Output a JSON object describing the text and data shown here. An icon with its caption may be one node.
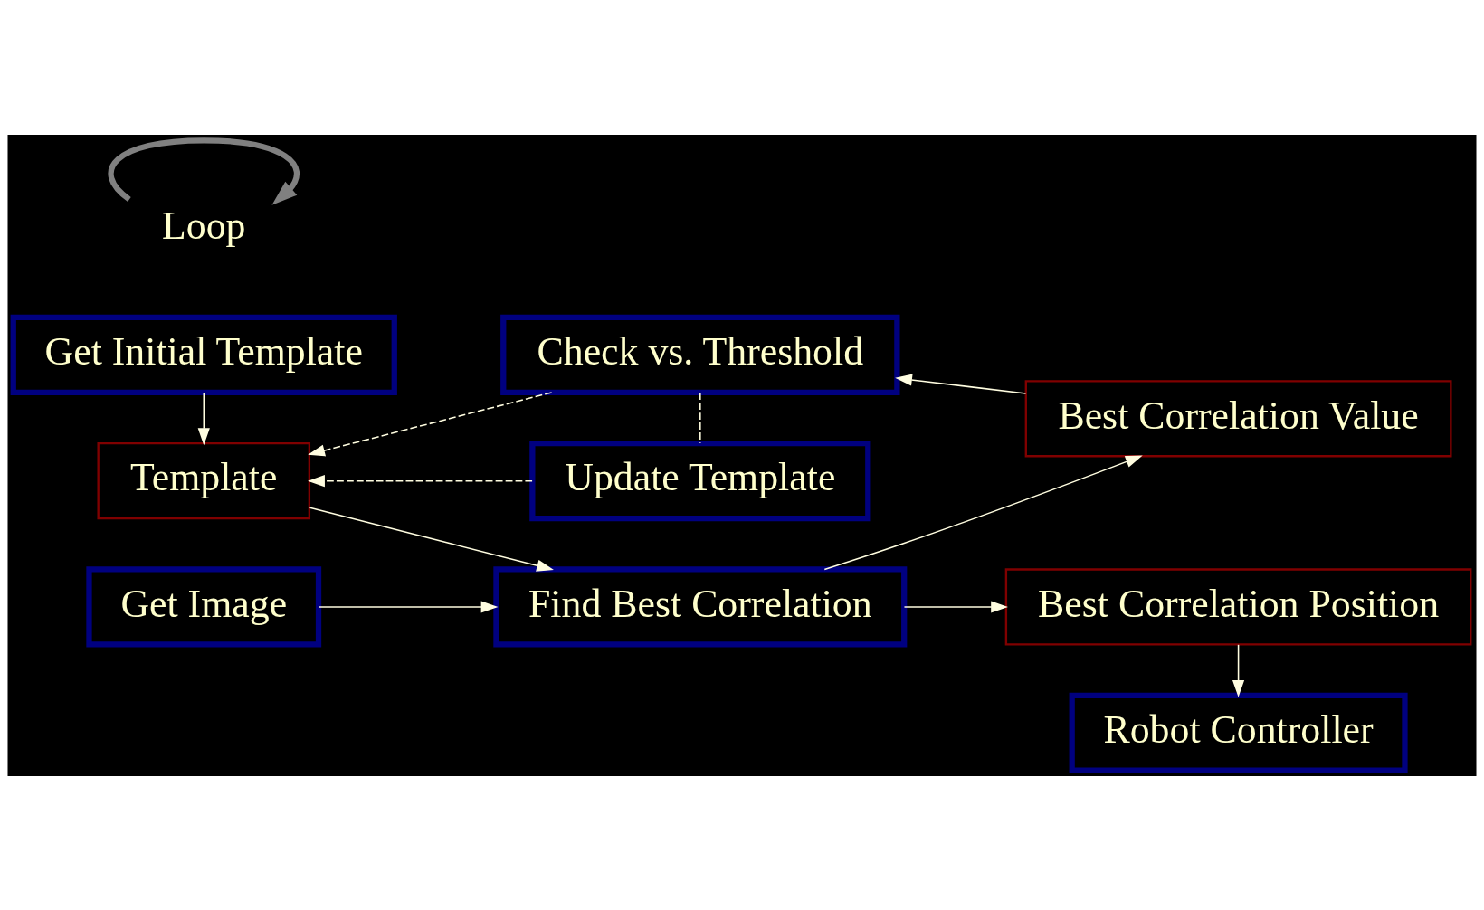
{
  "diagram": {
    "nodes": [
      {
        "text": [
          "Get Initial Template"
        ]
      },
      {
        "text": [
          "Check vs. Threshold"
        ]
      },
      {
        "text": [
          "Best Correlation Value"
        ]
      },
      {
        "text": [
          "Template"
        ]
      },
      {
        "text": [
          "Update Template"
        ]
      },
      {
        "text": [
          "Best Correlation Position"
        ]
      },
      {
        "text": [
          "Find Best Correlation"
        ]
      },
      {
        "text": [
          "Robot Controller"
        ]
      },
      {
        "text": [
          "Get Image"
        ]
      },
      {
        "text": [
          "Loop"
        ]
      }
    ],
    "edges": [
      {
        "from": 0,
        "to": 3,
        "arrow": "to"
      },
      {
        "from": 2,
        "to": 1,
        "arrow": "to"
      },
      {
        "from": 1,
        "to": 4,
        "arrow": "none",
        "style": "dashed"
      },
      {
        "from": 1,
        "to": 3,
        "arrow": "to",
        "style": "dashed"
      },
      {
        "from": 4,
        "to": 3,
        "arrow": "to",
        "style": "dashed"
      },
      {
        "from": 3,
        "to": 6,
        "arrow": "to"
      },
      {
        "from": 8,
        "to": 6,
        "arrow": "to"
      },
      {
        "from": 6,
        "to": 2,
        "arrow": "to"
      },
      {
        "from": 6,
        "to": 5,
        "arrow": "to"
      },
      {
        "from": 5,
        "to": 7,
        "arrow": "to"
      },
      {
        "from": 9,
        "to": 9,
        "arrow": "to",
        "style": "thick",
        "color": "#808080"
      }
    ]
  }
}
